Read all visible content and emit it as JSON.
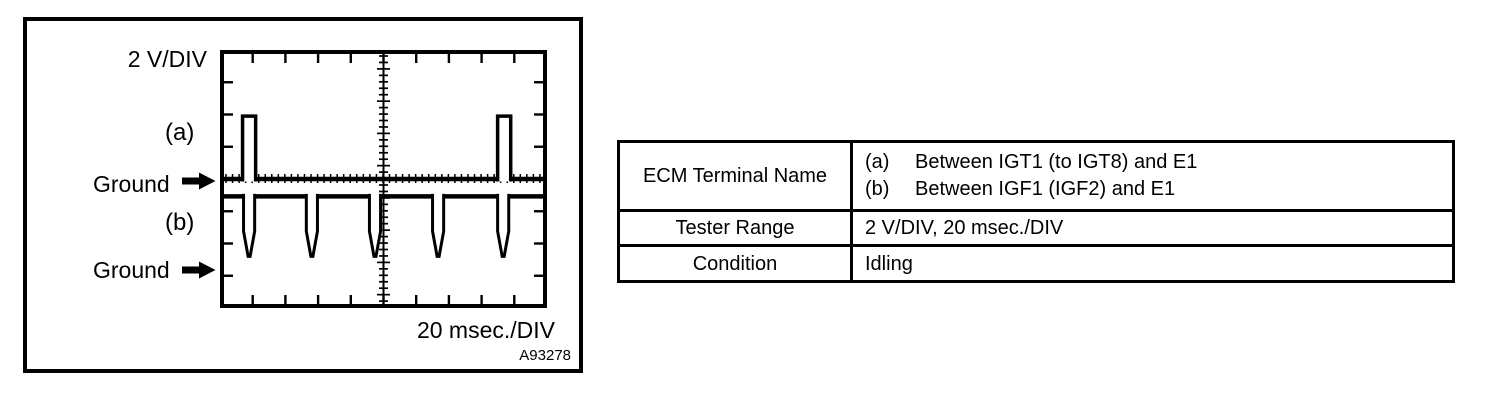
{
  "figure": {
    "volts_per_div_label": "2 V/DIV",
    "time_per_div_label": "20 msec./DIV",
    "figure_id": "A93278",
    "trace_a_label": "(a)",
    "trace_b_label": "(b)",
    "ground_a_label": "Ground",
    "ground_b_label": "Ground",
    "chart_data": {
      "type": "line",
      "title": "Oscilloscope waveform: IGT and IGF signals at idle",
      "volts_per_div": 2,
      "msec_per_div": 20,
      "h_divisions": 10,
      "v_divisions": 8,
      "grid": "center-axes crosshair with fine ticks, edge division ticks",
      "traces": [
        {
          "name": "(a) Between IGT1 (to IGT8) and E1",
          "polarity": "up",
          "baseline_offset_div": 0,
          "pulse_amplitude_div": 1.95,
          "pulse_width_div": 0.4,
          "pulse_centers_div": [
            0.89,
            8.69
          ],
          "pulse_centers_msec": [
            17.8,
            173.8
          ]
        },
        {
          "name": "(b) Between IGF1 (IGF2) and E1",
          "polarity": "down",
          "baseline_offset_div": 0.54,
          "pulse_depth_div": 1.86,
          "pulse_top_width_div": 0.34,
          "pulse_centers_div": [
            0.89,
            2.81,
            4.74,
            6.67,
            8.66
          ],
          "pulse_centers_msec": [
            17.8,
            56.2,
            94.8,
            133.4,
            173.2
          ]
        }
      ]
    }
  },
  "table": {
    "rows": [
      {
        "label": "ECM Terminal Name",
        "lines": [
          {
            "prefix": "(a)",
            "text": "Between IGT1 (to IGT8) and E1"
          },
          {
            "prefix": "(b)",
            "text": "Between IGF1 (IGF2) and E1"
          }
        ]
      },
      {
        "label": "Tester Range",
        "value": "2 V/DIV, 20 msec./DIV"
      },
      {
        "label": "Condition",
        "value": "Idling"
      }
    ]
  }
}
